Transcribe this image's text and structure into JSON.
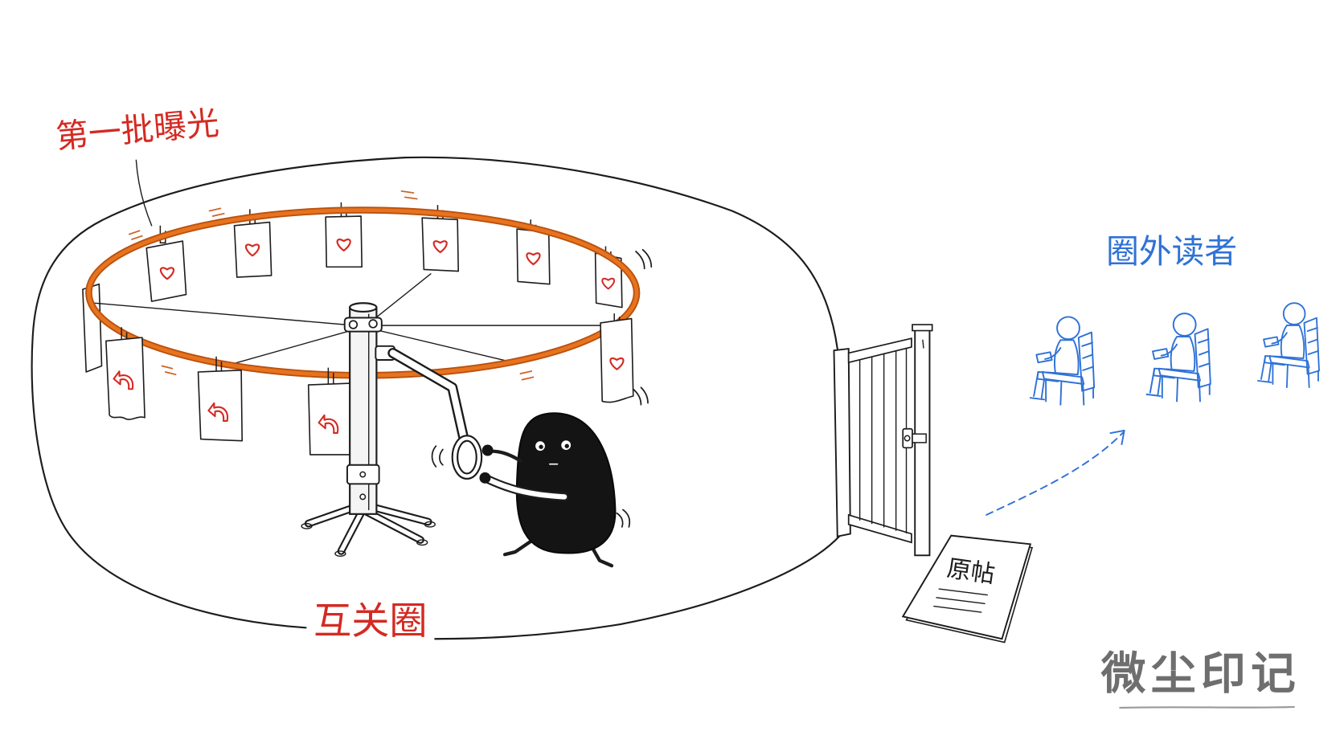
{
  "labels": {
    "first_exposure": "第一批曝光",
    "mutual_follow_circle": "互关圈",
    "outside_readers": "圈外读者",
    "original_post": "原帖",
    "watermark": "微尘印记"
  },
  "colors": {
    "red_label": "#d42a22",
    "blue_label": "#2f72d6",
    "ring": "#e8731e",
    "ring_edge": "#b9510f",
    "watermark": "#6e6e6e"
  },
  "icons": {
    "back_row_cards": [
      "heart-icon",
      "heart-icon",
      "heart-icon",
      "heart-icon",
      "heart-icon",
      "heart-icon"
    ],
    "front_row_cards": [
      "reply-arrow-icon",
      "reply-arrow-icon",
      "reply-arrow-icon",
      "heart-icon"
    ]
  }
}
